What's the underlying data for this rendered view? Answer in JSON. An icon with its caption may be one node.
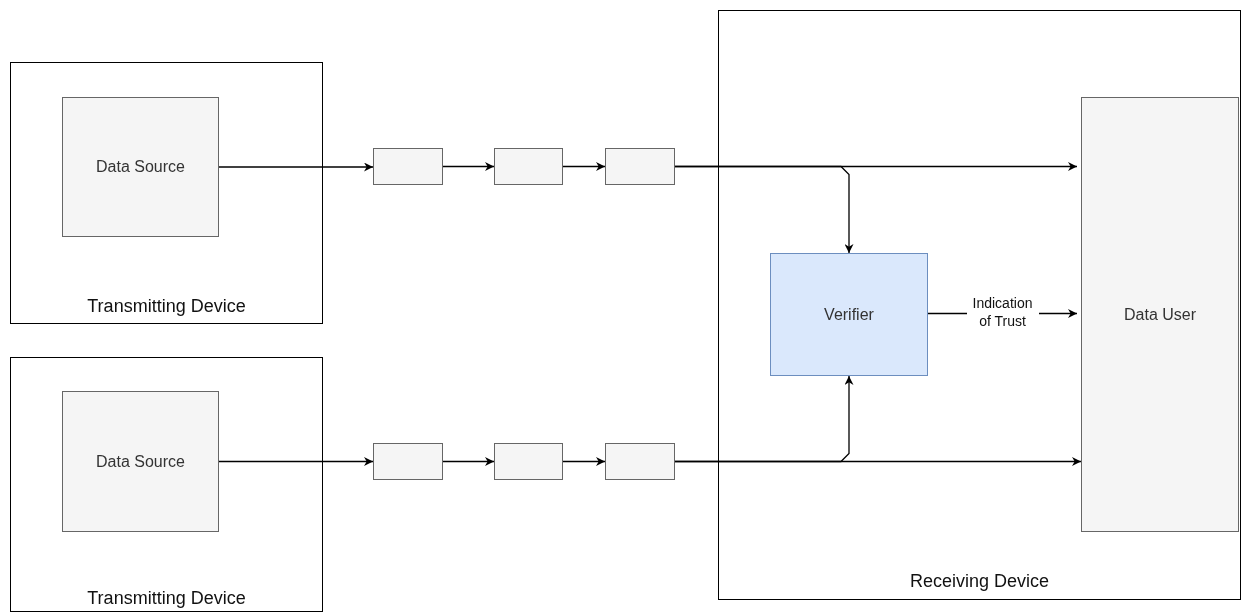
{
  "diagram": {
    "nodes": [
      {
        "text": [
          "Transmitting Device"
        ]
      },
      {
        "text": [
          "Data Source"
        ],
        "in": 0
      },
      {
        "text": [],
        "shape": "box"
      },
      {
        "text": [],
        "shape": "box"
      },
      {
        "text": [],
        "shape": "box"
      },
      {
        "text": [
          "Receiving Device"
        ]
      },
      {
        "text": [
          "Verifier"
        ],
        "in": 5
      },
      {
        "text": [
          "Data User"
        ],
        "in": 5
      },
      {
        "text": [
          "Transmitting Device"
        ]
      },
      {
        "text": [
          "Data Source"
        ],
        "in": 8
      },
      {
        "text": [],
        "shape": "box"
      },
      {
        "text": [],
        "shape": "box"
      },
      {
        "text": [],
        "shape": "box"
      }
    ],
    "edges": [
      {
        "from": 1,
        "to": 2,
        "arrow": "to"
      },
      {
        "from": 2,
        "to": 3,
        "arrow": "to"
      },
      {
        "from": 3,
        "to": 4,
        "arrow": "to"
      },
      {
        "from": 4,
        "to": 7,
        "arrow": "to"
      },
      {
        "from": 4,
        "to": 6,
        "arrow": "to"
      },
      {
        "from": 9,
        "to": 10,
        "arrow": "to"
      },
      {
        "from": 10,
        "to": 11,
        "arrow": "to"
      },
      {
        "from": 11,
        "to": 12,
        "arrow": "to"
      },
      {
        "from": 12,
        "to": 7,
        "arrow": "to"
      },
      {
        "from": 12,
        "to": 6,
        "arrow": "to"
      },
      {
        "from": 6,
        "to": 7,
        "arrow": "to",
        "label": "Indication of Trust"
      }
    ]
  }
}
